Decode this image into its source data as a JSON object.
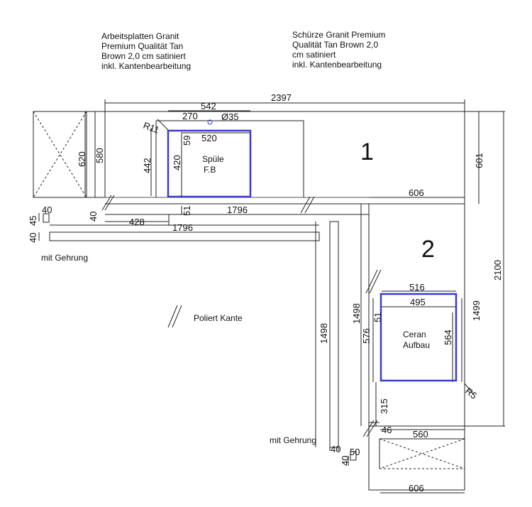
{
  "notes": {
    "worktop": "Arbeitsplatten Granit\nPremium Qualität Tan\nBrown 2,0 cm satiniert\ninkl. Kantenbearbeitung",
    "apron": "Schürze Granit Premium\nQualität Tan Brown 2,0\ncm satiniert\ninkl. Kantenbearbeitung"
  },
  "labels": {
    "part1": "1",
    "part2": "2",
    "sink": "Spüle",
    "sink_sub": "F.B",
    "cooktop": "Ceran",
    "cooktop_sub": "Aufbau",
    "polished_edge": "Poliert Kante",
    "miter_left": "mit Gehrung",
    "miter_right": "mit Gehrung"
  },
  "dimensions": {
    "d2397": "2397",
    "d542": "542",
    "d270": "270",
    "d35": "Ø35",
    "dR11": "R11",
    "d59": "59",
    "d520": "520",
    "d442": "442",
    "d420": "420",
    "d620": "620",
    "d580": "580",
    "d51a": "51",
    "d1796a": "1796",
    "d428": "428",
    "d40a": "40",
    "d45": "45",
    "d40b": "40",
    "d1796b": "1796",
    "d40c": "40",
    "d601": "601",
    "d606a": "606",
    "d2100": "2100",
    "d516": "516",
    "d495": "495",
    "d1498a": "1498",
    "d51b": "51",
    "d576": "576",
    "d564": "564",
    "d1499": "1499",
    "dR5": "R5",
    "d1498b": "1498",
    "d315": "315",
    "d46": "46",
    "d560": "560",
    "d40d": "40",
    "d50": "50",
    "d40e": "40",
    "d606b": "606"
  },
  "colors": {
    "line": "#222222",
    "cutout": "#3a3ad0"
  }
}
